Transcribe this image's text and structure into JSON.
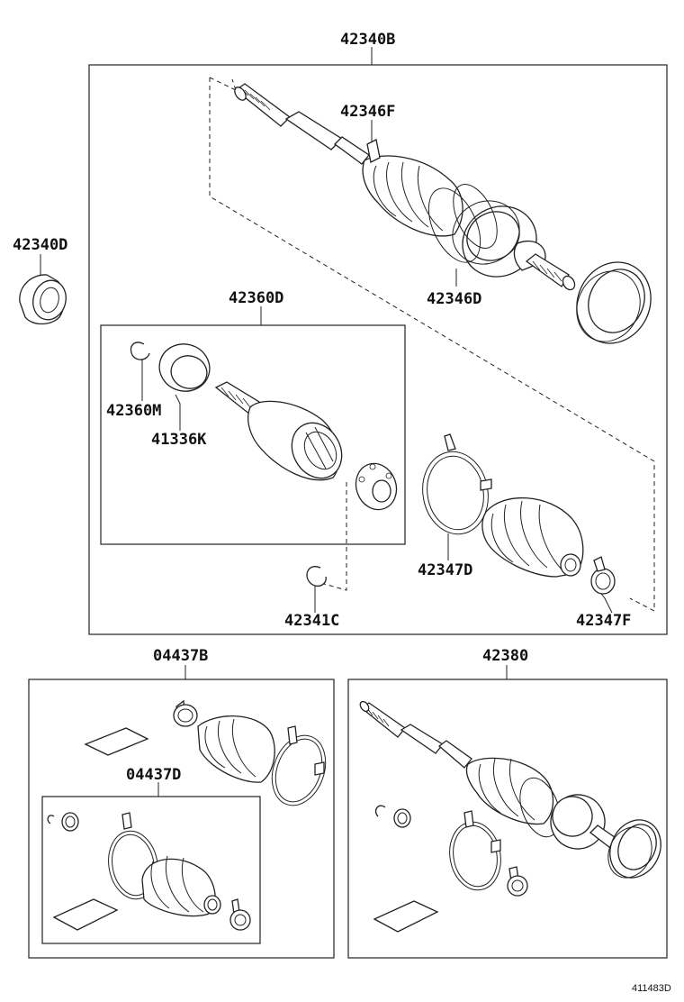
{
  "labels": {
    "l42340B": "42340B",
    "l42346F": "42346F",
    "l42340D": "42340D",
    "l42346D": "42346D",
    "l42360D": "42360D",
    "l42360M": "42360M",
    "l41336K": "41336K",
    "l42347D": "42347D",
    "l42341C": "42341C",
    "l42347F": "42347F",
    "l04437B": "04437B",
    "l42380": "42380",
    "l04437D": "04437D"
  },
  "diagram_id": "411483D"
}
